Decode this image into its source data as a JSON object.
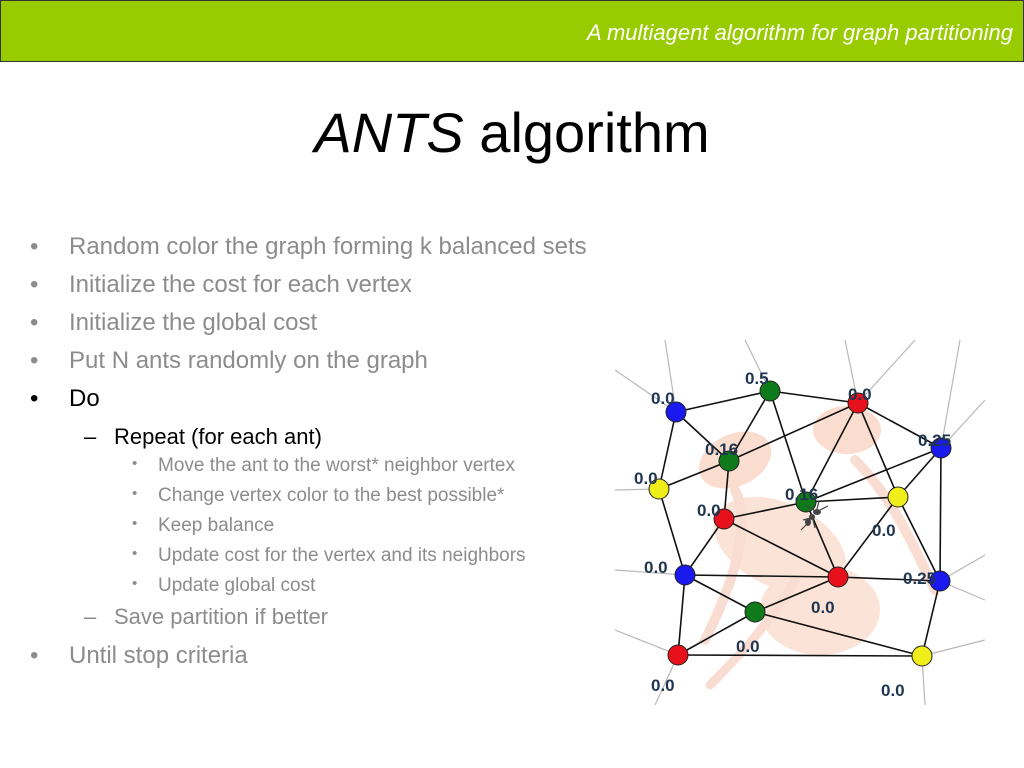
{
  "header": {
    "title": "A multiagent algorithm for graph partitioning"
  },
  "slide": {
    "title_italic": "ANTS",
    "title_rest": " algorithm"
  },
  "bullets": [
    {
      "level": 1,
      "marker": "•",
      "text": "Random color the graph forming k balanced sets",
      "color": "gray"
    },
    {
      "level": 1,
      "marker": "•",
      "text": "Initialize the cost for each vertex",
      "color": "gray"
    },
    {
      "level": 1,
      "marker": "•",
      "text": "Initialize the global cost",
      "color": "gray"
    },
    {
      "level": 1,
      "marker": "•",
      "text": "Put N ants randomly on the graph",
      "color": "gray"
    },
    {
      "level": 1,
      "marker": "•",
      "text": "Do",
      "color": "black"
    },
    {
      "level": 2,
      "marker": "–",
      "text": "Repeat (for each ant)",
      "color": "black"
    },
    {
      "level": 3,
      "marker": "•",
      "text": "Move the ant to the worst* neighbor vertex",
      "color": "gray"
    },
    {
      "level": 3,
      "marker": "•",
      "text": "Change vertex color to the best possible*",
      "color": "gray"
    },
    {
      "level": 3,
      "marker": "•",
      "text": "Keep balance",
      "color": "gray"
    },
    {
      "level": 3,
      "marker": "•",
      "text": "Update cost for the vertex and its neighbors",
      "color": "gray"
    },
    {
      "level": 3,
      "marker": "•",
      "text": "Update global cost",
      "color": "gray"
    },
    {
      "level": 2,
      "marker": "–",
      "text": "Save partition if better",
      "color": "gray"
    },
    {
      "level": 1,
      "marker": "•",
      "text": "Until stop criteria",
      "color": "gray"
    }
  ],
  "graph": {
    "colors": {
      "red": "#e8101a",
      "blue": "#1a1aee",
      "green": "#0f7a1a",
      "yellow": "#f0ee1a"
    },
    "vertices": [
      {
        "id": "v1",
        "color": "blue",
        "label": "0.0"
      },
      {
        "id": "v2",
        "color": "green",
        "label": "0.5"
      },
      {
        "id": "v3",
        "color": "red",
        "label": "0.0"
      },
      {
        "id": "v4",
        "color": "blue",
        "label": "0.25"
      },
      {
        "id": "v5",
        "color": "green",
        "label": "0.16"
      },
      {
        "id": "v6",
        "color": "yellow",
        "label": "0.0"
      },
      {
        "id": "v7",
        "color": "red",
        "label": "0.0"
      },
      {
        "id": "v8",
        "color": "green",
        "label": "0.16"
      },
      {
        "id": "v9",
        "color": "yellow",
        "label": "0.0"
      },
      {
        "id": "v10",
        "color": "blue",
        "label": "0.0"
      },
      {
        "id": "v11",
        "color": "red",
        "label": "0.0"
      },
      {
        "id": "v12",
        "color": "blue",
        "label": "0.25"
      },
      {
        "id": "v13",
        "color": "green",
        "label": "0.0"
      },
      {
        "id": "v14",
        "color": "red",
        "label": "0.0"
      },
      {
        "id": "v15",
        "color": "yellow",
        "label": "0.0"
      }
    ]
  }
}
